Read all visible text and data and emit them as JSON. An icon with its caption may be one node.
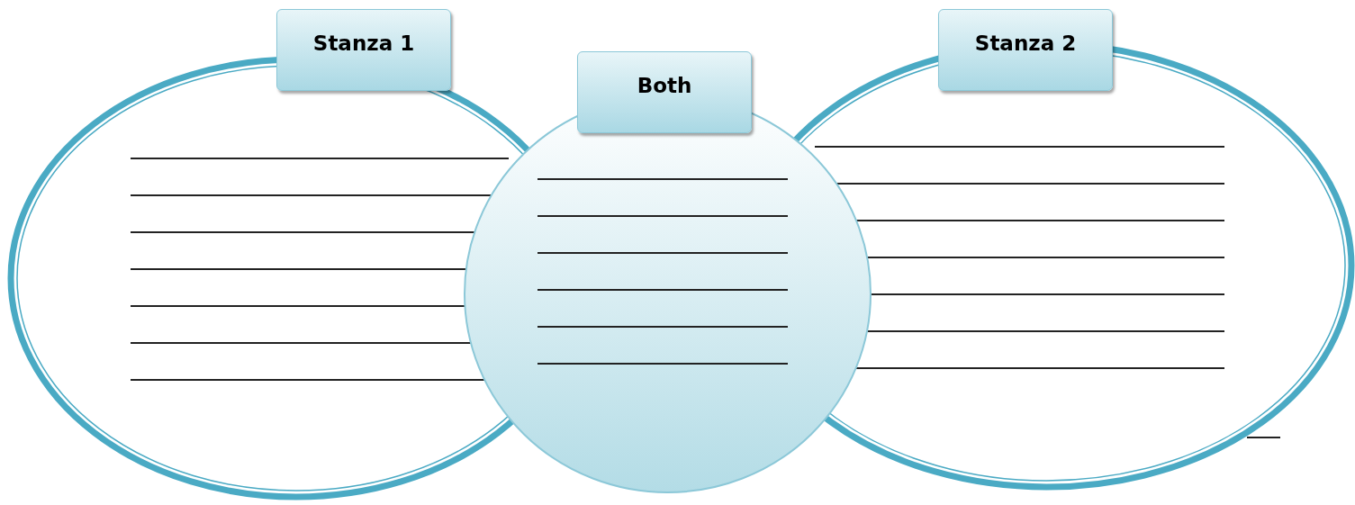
{
  "diagram": {
    "nodes": [
      {
        "text": [
          "Stanza 1"
        ]
      },
      {
        "text": [
          "Stanza 2"
        ]
      },
      {
        "text": [
          "Both"
        ]
      }
    ]
  }
}
